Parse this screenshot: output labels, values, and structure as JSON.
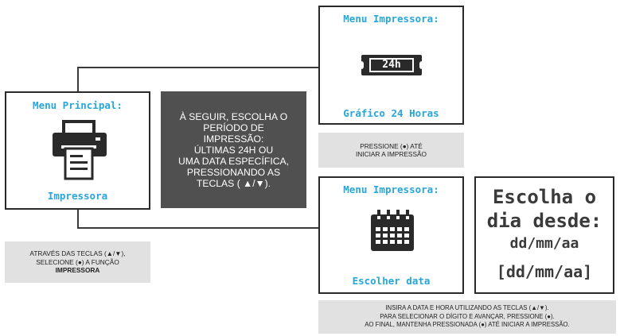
{
  "main_menu": {
    "title": "Menu Principal:",
    "caption": "Impressora"
  },
  "instruction_select": {
    "line1": "ATRAVÉS DAS TECLAS (▲/▼),",
    "line2": "SELECIONE (●) A FUNÇÃO",
    "line3": "IMPRESSORA"
  },
  "center_instruction": {
    "lines": [
      "À SEGUIR, ESCOLHA O",
      "PERÍODO DE",
      "IMPRESSÃO:",
      "ÚLTIMAS 24H OU",
      "UMA DATA ESPECÍFICA,",
      "PRESSIONANDO AS",
      "TECLAS ( ▲/▼)."
    ]
  },
  "printer_menu_24h": {
    "title": "Menu Impressora:",
    "icon_text": "24h",
    "caption": "Gráfico 24 Horas"
  },
  "instruction_24h": {
    "line1": "PRESSIONE (●) ATÉ",
    "line2": "INICIAR A IMPRESSÃO"
  },
  "printer_menu_date": {
    "title": "Menu Impressora:",
    "caption": "Escolher data"
  },
  "date_screen": {
    "line1": "Escolha o",
    "line2": "dia desde:",
    "line3": "dd/mm/aa",
    "line4": "[dd/mm/aa]"
  },
  "instruction_date": {
    "line1": "INSIRA A DATA E HORA UTILIZANDO AS TECLAS (▲/▼).",
    "line2": "PARA SELECIONAR O DÍGITO E AVANÇAR, PRESSIONE (●).",
    "line3": "AO FINAL, MANTENHA PRESSIONADA (●) ATÉ INICIAR A IMPRESSÃO."
  },
  "colors": {
    "accent": "#27a6d9",
    "dark_box": "#505050",
    "note_bg": "#e1e1e1",
    "icon": "#2a2a2a"
  }
}
